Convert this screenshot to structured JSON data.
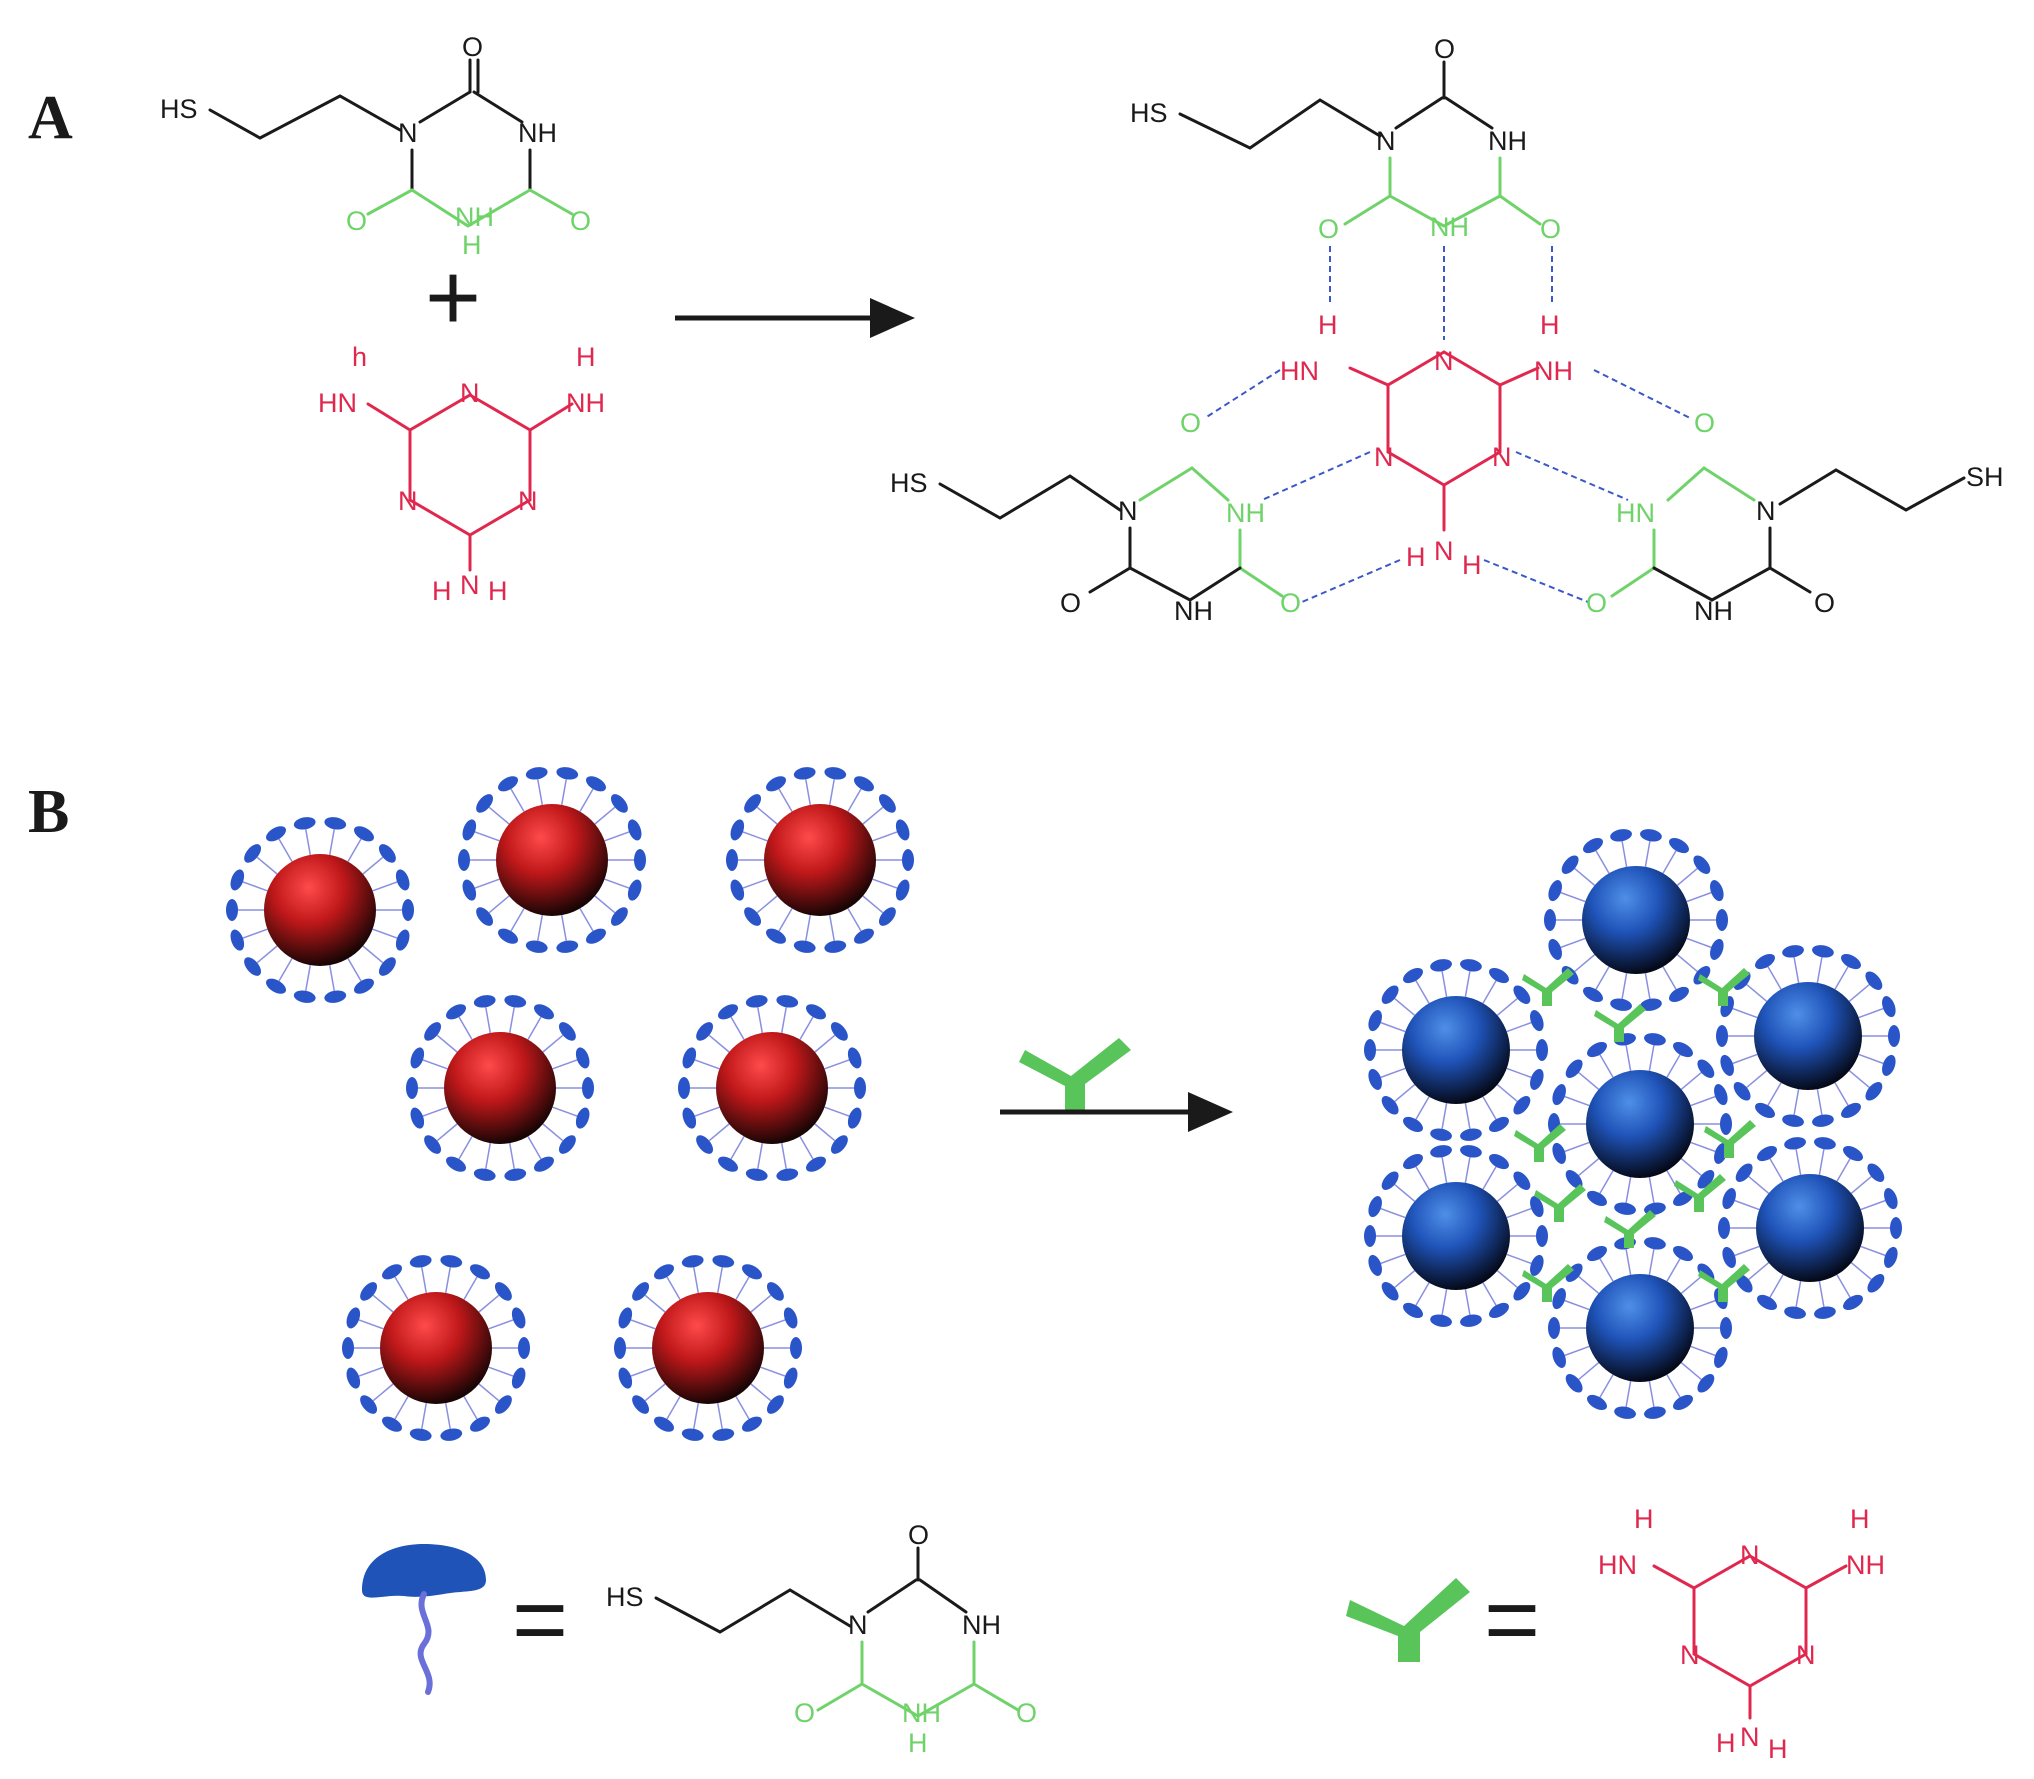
{
  "panels": {
    "a_label": "A",
    "b_label": "B"
  },
  "atoms": {
    "HS": "HS",
    "SH": "SH",
    "N": "N",
    "NH": "NH",
    "HN": "HN",
    "O": "O",
    "H": "H",
    "h": "h",
    "NH2_a": "H",
    "NH2_b": "N",
    "NH2_c": "H",
    "plus": "+",
    "equals": "="
  },
  "colors": {
    "ligand_core": "#1a1a1a",
    "ligand_binding": "#6fd36a",
    "melamine": "#e0284f",
    "hbond": "#3b57c9",
    "np_free": "#c0181a",
    "np_aggregated": "#1f53b8",
    "ligand_cap": "#2a55c8",
    "linker_icon": "#58c45a"
  },
  "icons": {
    "ligand_icon": "mushroom-ligand-icon",
    "melamine_icon": "y-shape-melamine-icon"
  }
}
